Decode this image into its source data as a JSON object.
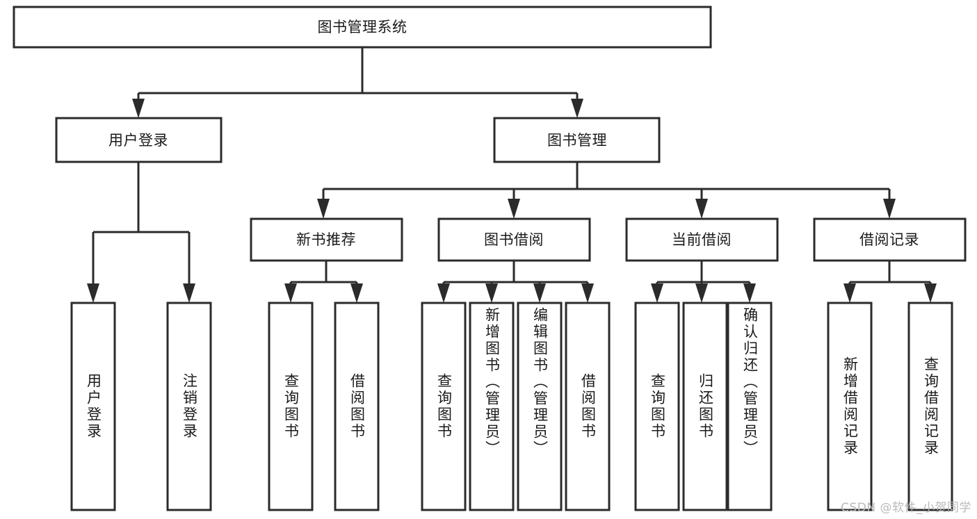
{
  "diagram": {
    "title": "图书管理系统",
    "type": "tree-hierarchy",
    "watermark": "CSDN @软件_小贺同学",
    "colors": {
      "background": "#ffffff",
      "box_fill": "#ffffff",
      "box_stroke": "#2b2b2b",
      "text": "#1a1a1a",
      "watermark": "#b9b9b9"
    },
    "root": {
      "label": "图书管理系统",
      "orientation": "horizontal"
    },
    "level2": [
      {
        "label": "用户登录",
        "orientation": "horizontal"
      },
      {
        "label": "图书管理",
        "orientation": "horizontal"
      }
    ],
    "level3": [
      {
        "label": "新书推荐",
        "orientation": "horizontal"
      },
      {
        "label": "图书借阅",
        "orientation": "horizontal"
      },
      {
        "label": "当前借阅",
        "orientation": "horizontal"
      },
      {
        "label": "借阅记录",
        "orientation": "horizontal"
      }
    ],
    "leaves": {
      "user_login": [
        {
          "label": "用户登录",
          "orientation": "vertical"
        },
        {
          "label": "注销登录",
          "orientation": "vertical"
        }
      ],
      "new_book_recommend": [
        {
          "label": "查询图书",
          "orientation": "vertical"
        },
        {
          "label": "借阅图书",
          "orientation": "vertical"
        }
      ],
      "book_borrow": [
        {
          "label": "查询图书",
          "orientation": "vertical"
        },
        {
          "label": "新增图书（管理员）",
          "orientation": "vertical"
        },
        {
          "label": "编辑图书（管理员）",
          "orientation": "vertical"
        },
        {
          "label": "借阅图书",
          "orientation": "vertical"
        }
      ],
      "current_borrow": [
        {
          "label": "查询图书",
          "orientation": "vertical"
        },
        {
          "label": "归还图书",
          "orientation": "vertical"
        },
        {
          "label": "确认归还（管理员）",
          "orientation": "vertical"
        }
      ],
      "borrow_record": [
        {
          "label": "新增借阅记录",
          "orientation": "vertical"
        },
        {
          "label": "查询借阅记录",
          "orientation": "vertical"
        }
      ]
    }
  }
}
